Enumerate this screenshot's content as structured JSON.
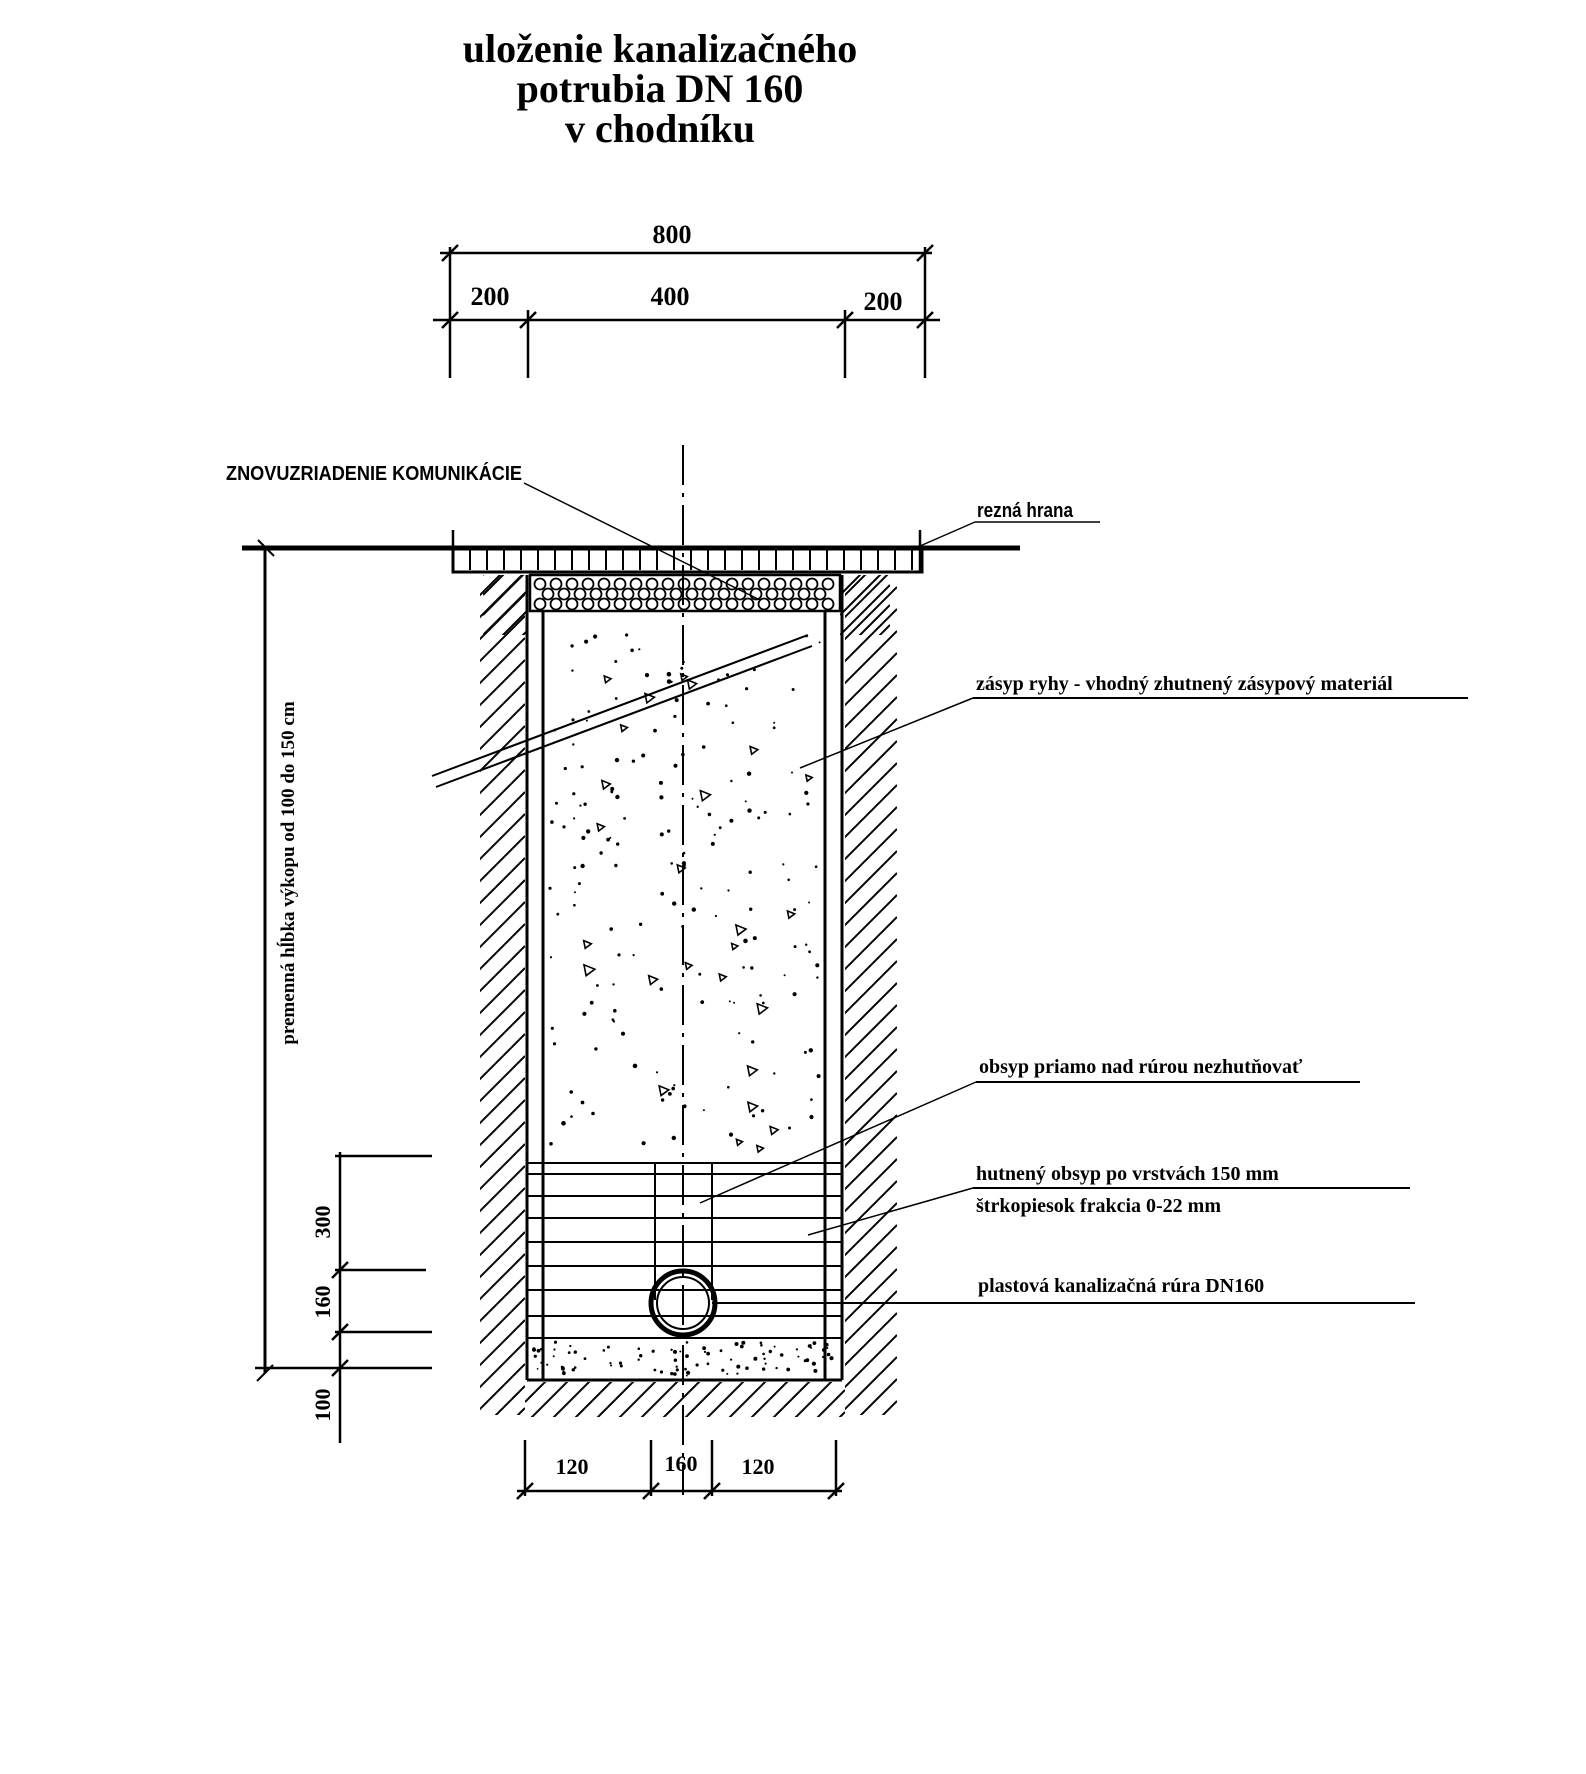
{
  "title": {
    "line1": "uloženie kanalizačného",
    "line2": "potrubia DN 160",
    "line3": "v chodníku"
  },
  "top_dimensions": {
    "total": "800",
    "left": "200",
    "middle": "400",
    "right": "200"
  },
  "labels": {
    "road_restoration": "ZNOVUZRIADENIE KOMUNIKÁCIE",
    "cut_edge": "rezná hrana",
    "trench_backfill": "zásyp ryhy - vhodný zhutnený zásypový materiál",
    "loose_cover": "obsyp priamo nad rúrou nezhutňovať",
    "compacted_cover": "hutnený obsyp po vrstvách 150 mm",
    "gravel_sand": "štrkopiesok frakcia 0-22 mm",
    "pipe": "plastová kanalizačná rúra DN160"
  },
  "left_dimensions": {
    "depth_text": "premenná hĺbka výkopu od 100 do 150 cm",
    "cover": "300",
    "pipe": "160",
    "bedding": "100"
  },
  "bottom_dimensions": {
    "left": "120",
    "pipe": "160",
    "right": "120"
  }
}
